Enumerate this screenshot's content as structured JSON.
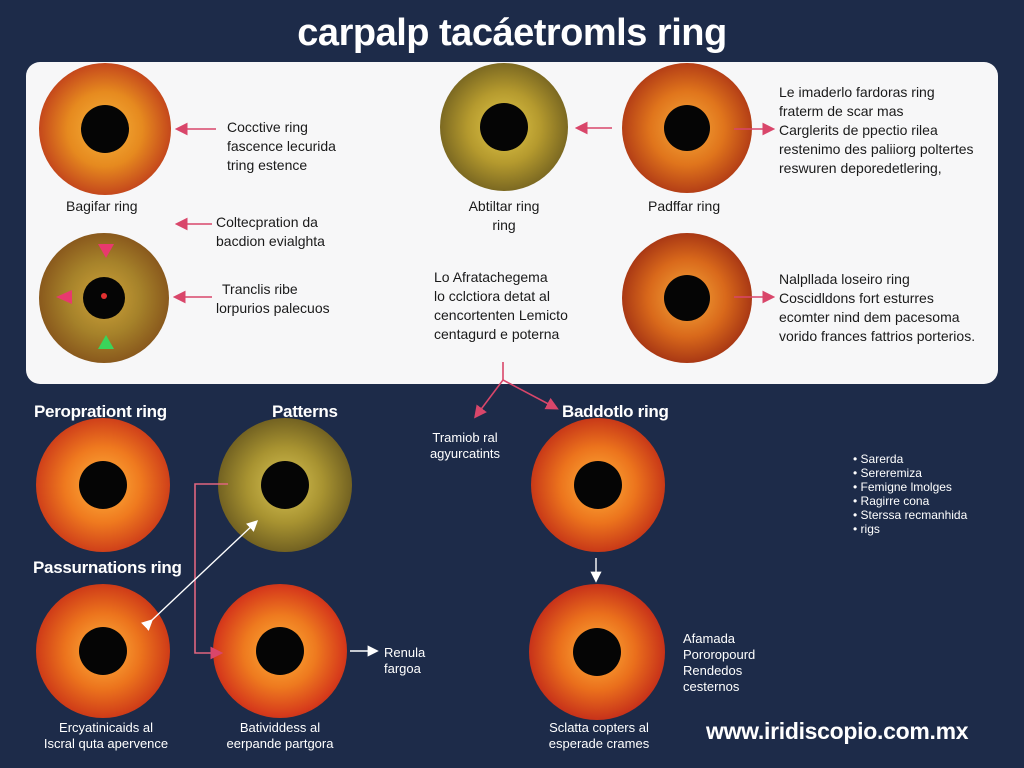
{
  "title": "carpalp tacáetromls ring",
  "panel": {
    "bagifar_caption": "Bagifar ring",
    "abtiltar_caption": [
      "Abtiltar ring",
      "ring"
    ],
    "padffar_caption": "Padffar ring",
    "coactive_text": [
      "Cocctive ring",
      "fascence lecurida",
      "tring estence"
    ],
    "coltecpration_text": [
      "Coltecpration da",
      "bacdion evialghta"
    ],
    "tranclis_text": [
      "Tranclis ribe",
      "lorpurios palecuos"
    ],
    "afratachegema_text": [
      "Lo Afratachegema",
      "lo cclctiora detat al",
      "cencortenten Lemicto",
      "centagurd e poterna"
    ],
    "imaderlo_text": [
      "Le imaderlo fardoras ring",
      "fraterm de scar mas",
      "Carglerits de ppectio rilea",
      "restenimo des paliiorg poltertes",
      "reswuren deporedetlering,"
    ],
    "nalpllada_text": [
      "Nalpllada loseiro ring",
      "Coscidldons fort esturres",
      "ecomter nind dem pacesoma",
      "vorido frances fattrios porterios."
    ]
  },
  "lower": {
    "peroprationt_heading": "Peroprationt ring",
    "patterns_heading": "Patterns",
    "baddotlo_heading": "Baddotlo ring",
    "passurnations_heading": "Passurnations ring",
    "tramiob_text": [
      "Tramiob ral",
      "agyurcatints"
    ],
    "bullets": [
      "Sarerda",
      "Sereremiza",
      "Femigne lmolges",
      "Ragirre cona",
      "Sterssa recmanhida",
      "rigs"
    ],
    "renula_text": [
      "Renula",
      "fargoa"
    ],
    "afamada_text": [
      "Afamada",
      "Pororopourd",
      "Rendedos",
      "cesternos"
    ],
    "erc_caption": [
      "Ercyatinicaids al",
      "Iscral quta apervence"
    ],
    "bat_caption": [
      "Batividdess al",
      "eerpande partgora"
    ],
    "sclatta_caption": [
      "Sclatta copters al",
      "esperade crames"
    ],
    "website": "www.iridiscopio.com.mx"
  },
  "colors": {
    "background": "#1d2b49",
    "panel": "#f7f7f8",
    "arrow": "#d9466a",
    "iris_orange": "#e0751c",
    "iris_olive": "#8e7a2a",
    "iris_red": "#c9381c"
  },
  "icons": [
    "arrow-left-icon",
    "arrow-right-icon",
    "arrow-down-icon",
    "triangle-marker-icon"
  ]
}
